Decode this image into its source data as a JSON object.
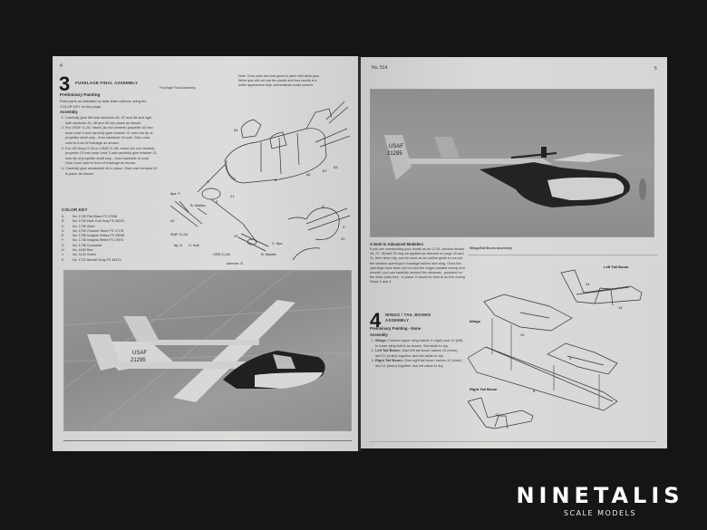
{
  "left_page": {
    "page_number": "4",
    "step": {
      "number": "3",
      "title": "FUSELAGE FINAL ASSEMBLY",
      "preliminary_heading": "Preliminary Painting",
      "preliminary_text": "Paint parts as indicated by italic letter callouts using the COLOR KEY on this page.",
      "assembly_heading": "Assembly",
      "instructions": [
        "Carefully glue left side windows 46, 47 and 48 and right side windows 42, 48 and 50 into place as shown.",
        "For USAF O-2A: Insert (do not cement) propeller 42 into nose cowl 3 and carefully glue retainer 21 onto the tip of propeller shaft only - from backside of cowl. Glue nose cowl to front of fuselage as shown.",
        "For US Navy O-2A or USAF O-2B: Insert (do not cement) propeller 23 into nose cowl 3 and carefully glue retainer 21 onto tip of propeller shaft only - from backside of cowl. Glue nose cowl to front of fuselage as shown.",
        "Carefully glue windshield 44 in place. Glue rear exhaust 20 in place as shown."
      ]
    },
    "diagram_caption": "Fuselage Final Assembly",
    "note": "Note: Clear parts are best glued in place with white glue. White glue will not mar the plastic and thus results in a better appearance than conventional model cement.",
    "diagram_labels": [
      "64",
      "A",
      "21",
      "5",
      "8",
      "66",
      "67",
      "63",
      "tips: F",
      "42",
      "B: blades",
      "USAF O-2A",
      "tip: A",
      "C: hub",
      "23",
      "USN O-2A or O-2B",
      "spinner: D",
      "C: tips",
      "B: blades",
      "A",
      "C",
      "20"
    ],
    "color_key": {
      "heading": "COLOR KEY",
      "items": [
        {
          "letter": "A",
          "text": "No. 1749 Flat Black FS 37038"
        },
        {
          "letter": "B",
          "text": "No. 1740 Dark Gull Gray FS 36231"
        },
        {
          "letter": "C",
          "text": "No. 1790 Steel"
        },
        {
          "letter": "D",
          "text": "No. 1790 Chrome Silver FS 17178"
        },
        {
          "letter": "E",
          "text": "No. 1708 Insignia Yellow FS 33538"
        },
        {
          "letter": "F",
          "text": "No. 1745 Insignia White FS 17875"
        },
        {
          "letter": "G",
          "text": "No. 1795 Gunmetal"
        },
        {
          "letter": "H",
          "text": "No. 1150 Red"
        },
        {
          "letter": "J",
          "text": "No. 1124 Green"
        },
        {
          "letter": "K",
          "text": "No. 1721 Aircraft Gray FS 16473"
        }
      ]
    },
    "photo": {
      "alt": "O-2 Skymaster aircraft in flight over terrain",
      "tail_marking_line1": "USAF",
      "tail_marking_line2": "21295"
    }
  },
  "right_page": {
    "kit_number": "No. 514",
    "page_number": "5",
    "photo": {
      "alt": "O-2 aircraft in flight, side view",
      "tail_marking_line1": "USAF",
      "tail_marking_line2": "21295"
    },
    "advanced_note": {
      "heading": "A Note to Advanced Modelers",
      "text": "If you are constructing your model as an O-2A, window decals 26, 27, 38 and 39 may be applied as directed on page 10 and 11, then when dry, can be used as an outline guide to cut out the window openings in fuselage halves and wing. Once the openings have been cut out and the edges sanded evenly and smooth, you can carefully cement the windows - provided on the clear parts tree - in place. It would be best to do this during Steps 2 and 4."
    },
    "step": {
      "number": "4",
      "title": "WINGS / TAIL BOOMS ASSEMBLY",
      "preliminary": "Preliminary Painting - None",
      "assembly_heading": "Assembly",
      "instructions": [
        {
          "label": "Wings:",
          "text": "Cement upper wing halves 9 (right) and 10 (left) to lower wing half 8 as shown. Set aside to dry."
        },
        {
          "label": "Left Tail Boom:",
          "text": "Glue left tail boom halves 13 (inner) and 14 (outer) together and set aside to dry."
        },
        {
          "label": "Right Tail Boom:",
          "text": "Glue right tail boom halves 12 (inner) and 11 (outer) together and set aside to dry."
        }
      ]
    },
    "diagram": {
      "caption": "Wings/Tail Boom Assembly",
      "labels": {
        "left_tail_boom": "Left Tail Boom",
        "right_tail_boom": "Right Tail Boom",
        "wings": "Wings",
        "part_14": "14",
        "part_13": "13",
        "part_10": "10",
        "part_9": "9",
        "part_8": "8",
        "part_12": "12"
      }
    }
  },
  "watermark": {
    "brand": "NINETALIS",
    "tagline": "SCALE MODELS"
  }
}
